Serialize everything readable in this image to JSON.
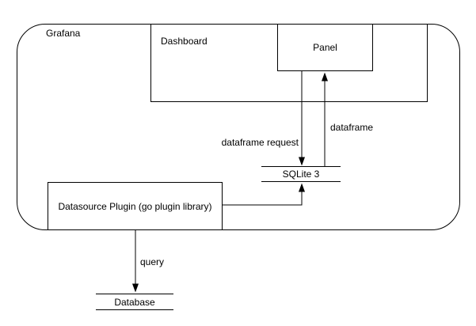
{
  "diagram": {
    "container": {
      "label": "Grafana"
    },
    "nodes": {
      "dashboard": {
        "label": "Dashboard"
      },
      "panel": {
        "label": "Panel"
      },
      "sqlite": {
        "label": "SQLite 3"
      },
      "datasource_plugin": {
        "label": "Datasource Plugin (go plugin library)"
      },
      "database": {
        "label": "Database"
      }
    },
    "edges": [
      {
        "id": "panel-to-sqlite",
        "from": "panel",
        "to": "sqlite",
        "label": "dataframe request",
        "direction": "down"
      },
      {
        "id": "sqlite-to-panel",
        "from": "sqlite",
        "to": "panel",
        "label": "dataframe",
        "direction": "up"
      },
      {
        "id": "datasource-to-sqlite",
        "from": "datasource_plugin",
        "to": "sqlite",
        "label": "",
        "direction": "right-then-up"
      },
      {
        "id": "datasource-to-database",
        "from": "datasource_plugin",
        "to": "database",
        "label": "query",
        "direction": "down"
      }
    ],
    "colors": {
      "stroke": "#000000",
      "text": "#000000",
      "background": "#ffffff"
    }
  }
}
